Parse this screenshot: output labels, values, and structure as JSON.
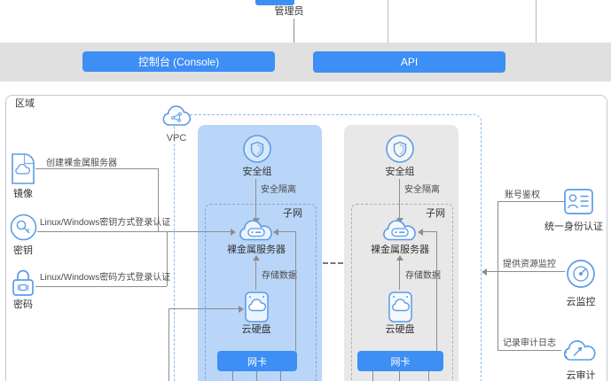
{
  "top": {
    "admin": "管理员"
  },
  "bar": {
    "console": "控制台 (Console)",
    "api": "API"
  },
  "region": {
    "label": "区域",
    "vpc_label": "VPC"
  },
  "left": [
    {
      "label": "镜像",
      "line": "创建裸金属服务器"
    },
    {
      "label": "密钥",
      "line": "Linux/Windows密钥方式登录认证"
    },
    {
      "label": "密码",
      "line": "Linux/Windows密码方式登录认证"
    }
  ],
  "subnets": [
    {
      "security_group": "安全组",
      "isolation": "安全隔离",
      "subnet": "子网",
      "server": "裸金属服务器",
      "store": "存储数据",
      "disk": "云硬盘",
      "nic": "网卡"
    },
    {
      "security_group": "安全组",
      "isolation": "安全隔离",
      "subnet": "子网",
      "server": "裸金属服务器",
      "store": "存储数据",
      "disk": "云硬盘",
      "nic": "网卡"
    }
  ],
  "right": [
    {
      "label": "统一身份认证",
      "line": "账号鉴权"
    },
    {
      "label": "云监控",
      "line": "提供资源监控"
    },
    {
      "label": "云审计",
      "line": "记录审计日志"
    }
  ],
  "icons": {
    "admin": "person-icon",
    "vpc": "cloud-network-icon",
    "image": "image-file-icon",
    "keypair": "key-icon",
    "password": "lock-icon",
    "security_group": "shield-circle-icon",
    "server": "cloud-server-icon",
    "disk": "disk-cloud-icon",
    "iam": "id-card-icon",
    "monitor": "gauge-circle-icon",
    "audit": "cloud-audit-icon"
  },
  "colors": {
    "accent": "#3d8ef5",
    "icon_stroke": "#5b9be8",
    "connector": "#8d8d8d",
    "blue_panel": "#b9d6f8",
    "gray_panel": "#e8e8e8",
    "toolbar_bg": "#e0e0e0",
    "region_border": "#c5c9d0",
    "vpc_dash": "#8fb9e8",
    "subnet_dash": "#7fa6d6",
    "text": "#333333"
  }
}
